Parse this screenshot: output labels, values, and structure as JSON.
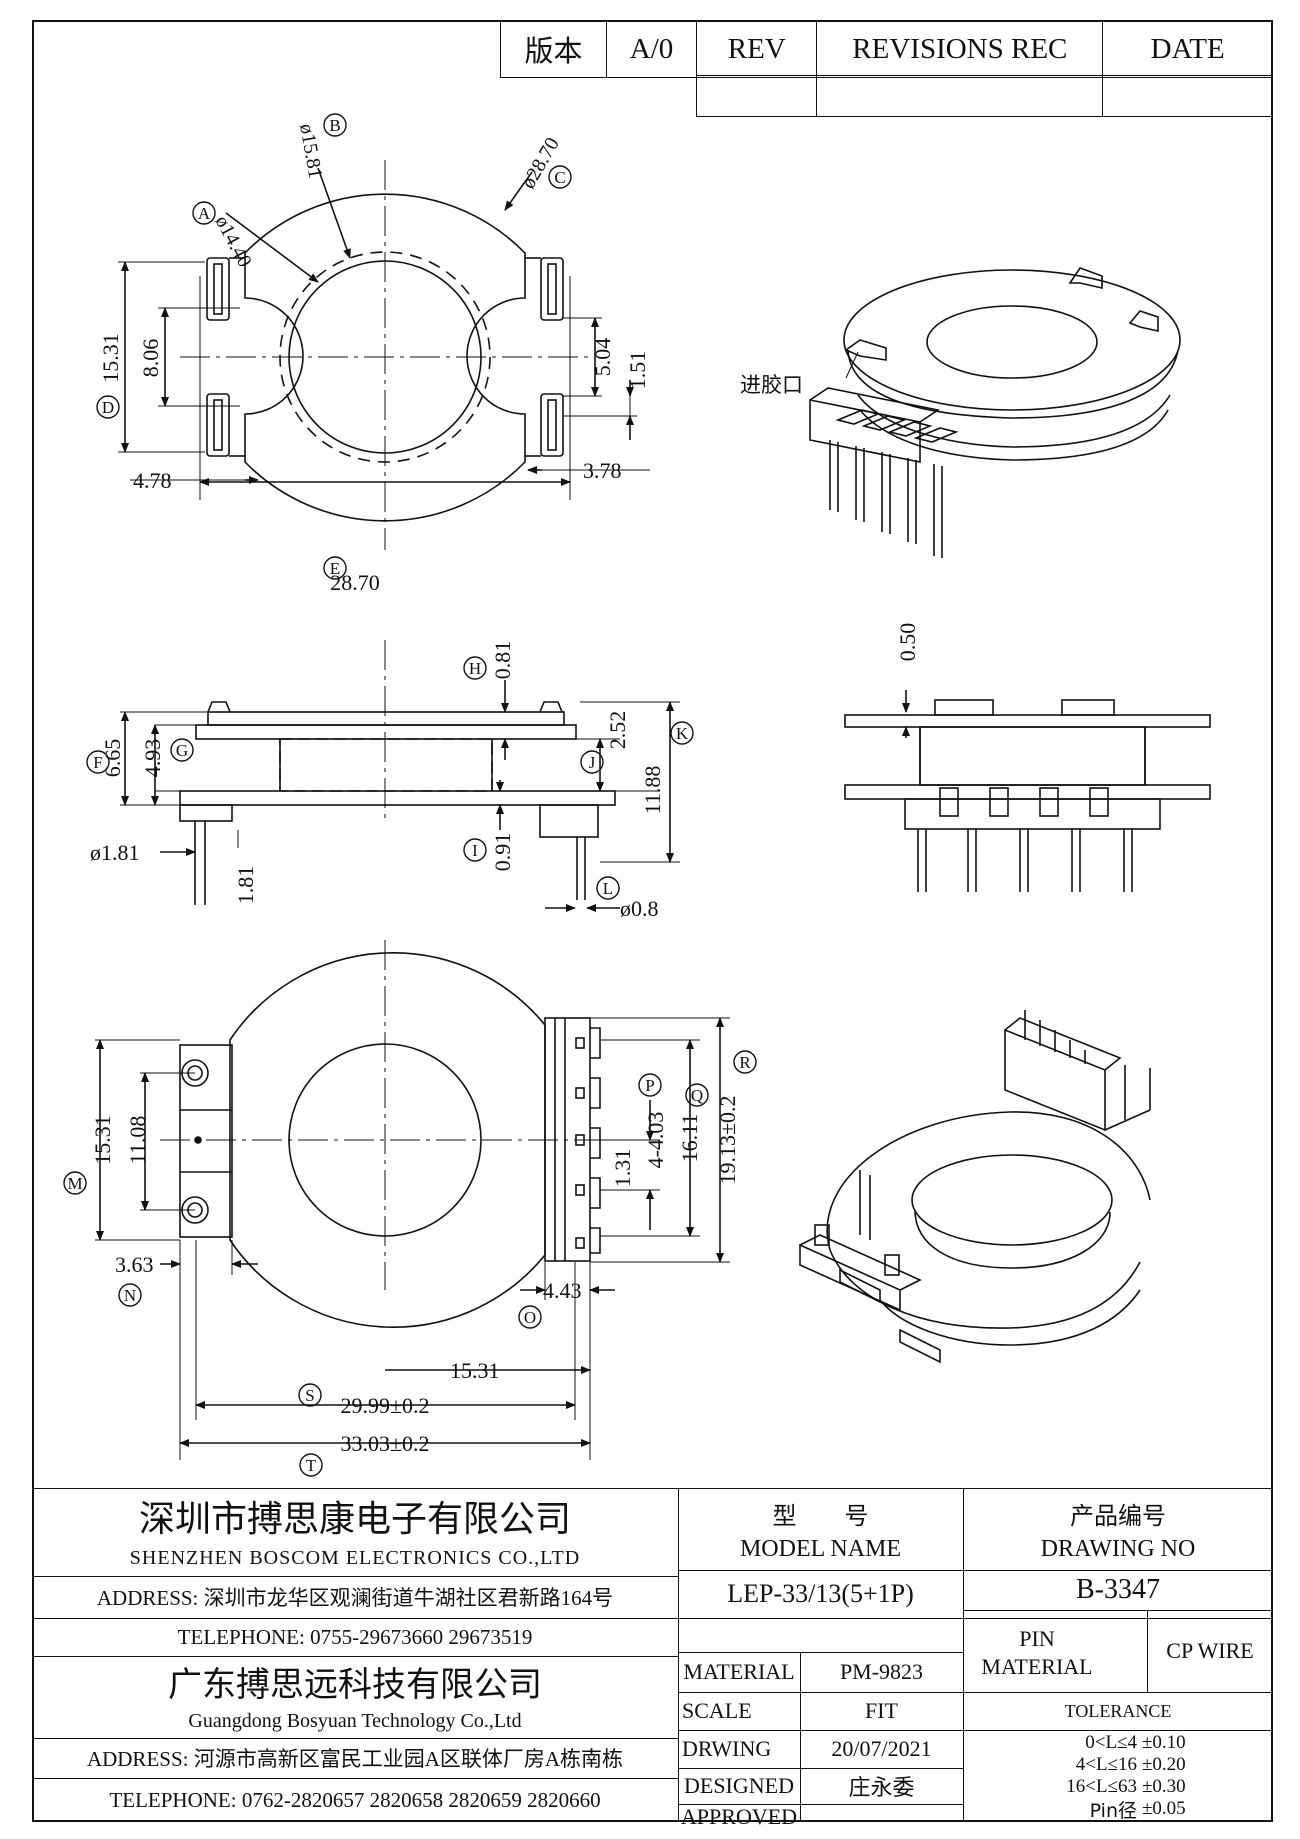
{
  "revision_block": {
    "version_label": "版本",
    "version_value": "A/0",
    "rev_label": "REV",
    "revisions_label": "REVISIONS REC",
    "date_label": "DATE"
  },
  "views": {
    "top": {
      "dims": [
        "ø14.40",
        "ø15.81",
        "ø28.70",
        "15.31",
        "8.06",
        "5.04",
        "1.51",
        "4.78",
        "3.78",
        "28.70"
      ],
      "markers": [
        "A",
        "B",
        "C",
        "D",
        "E"
      ]
    },
    "side": {
      "dims": [
        "0.81",
        "6.65",
        "4.93",
        "2.52",
        "11.88",
        "ø1.81",
        "1.81",
        "0.91",
        "ø0.8"
      ],
      "markers": [
        "F",
        "G",
        "H",
        "I",
        "J",
        "K",
        "L"
      ]
    },
    "end": {
      "dims": [
        "0.50"
      ]
    },
    "bottom": {
      "dims": [
        "15.31",
        "11.08",
        "1.31",
        "4-4.03",
        "16.11",
        "19.13±0.2",
        "3.63",
        "4.43",
        "15.31",
        "29.99±0.2",
        "33.03±0.2"
      ],
      "markers": [
        "M",
        "N",
        "O",
        "P",
        "Q",
        "R",
        "S",
        "T"
      ]
    },
    "iso": {
      "gate_label": "进胶口"
    }
  },
  "title_block": {
    "company1_cn": "深圳市搏思康电子有限公司",
    "company1_en": "SHENZHEN BOSCOM ELECTRONICS CO.,LTD",
    "address1": "ADDRESS: 深圳市龙华区观澜街道牛湖社区君新路164号",
    "telephone1": "TELEPHONE: 0755-29673660 29673519",
    "company2_cn": "广东搏思远科技有限公司",
    "company2_en": "Guangdong Bosyuan Technology Co.,Ltd",
    "address2": "ADDRESS: 河源市高新区富民工业园A区联体厂房A栋南栋",
    "telephone2": "TELEPHONE: 0762-2820657 2820658 2820659 2820660",
    "model_cn": "型　　号",
    "model_en": "MODEL NAME",
    "model_value": "LEP-33/13(5+1P)",
    "drawing_cn": "产品编号",
    "drawing_en": "DRAWING NO",
    "drawing_value": "B-3347",
    "material_label": "MATERIAL",
    "material_value": "PM-9823",
    "scale_label": "SCALE",
    "scale_value": "FIT",
    "drawing_label": "DRWING",
    "drawing_date": "20/07/2021",
    "designed_label": "DESIGNED",
    "designed_value": "庄永委",
    "approved_label": "APPROVED",
    "approved_value": "",
    "pin_material_label": "PIN MATERIAL",
    "pin_material_value": "CP WIRE",
    "tolerance_label": "TOLERANCE",
    "tolerances": [
      {
        "range": "0<L≤4",
        "value": "±0.10"
      },
      {
        "range": "4<L≤16",
        "value": "±0.20"
      },
      {
        "range": "16<L≤63",
        "value": "±0.30"
      },
      {
        "range": "Pin径",
        "value": "±0.05"
      }
    ]
  }
}
